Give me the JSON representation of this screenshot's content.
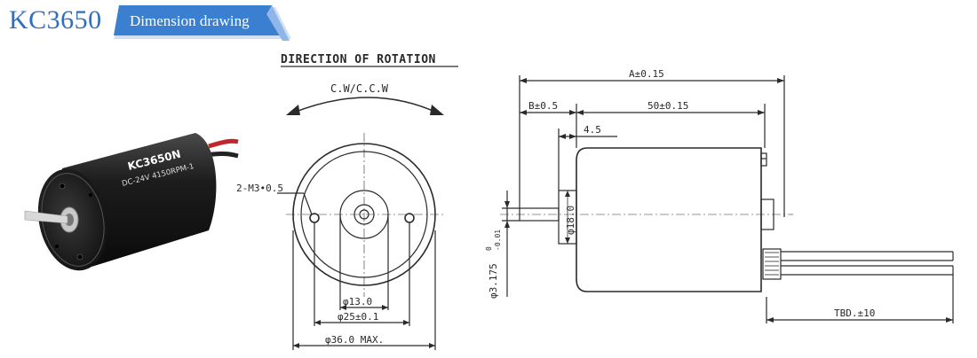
{
  "header": {
    "model": "KC3650",
    "subtitle": "Dimension drawing"
  },
  "photo": {
    "label_model": "KC3650N",
    "label_spec": "DC-24V  4150RPM-1"
  },
  "front_view": {
    "heading": "DIRECTION OF ROTATION",
    "rotation": "C.W/C.C.W",
    "holes": "2-M3•0.5",
    "dim_inner": "φ13.0",
    "dim_mid": "φ25±0.1",
    "dim_outer": "φ36.0 MAX."
  },
  "side_view": {
    "dim_total": "A±0.15",
    "dim_b": "B±0.5",
    "dim_body": "50±0.15",
    "dim_boss": "4.5",
    "dim_boss_dia": "φ18.0",
    "dim_shaft": "φ3.175",
    "dim_shaft_tol_upper": "0",
    "dim_shaft_tol_lower": "-0.01",
    "dim_lead": "TBD.±10"
  },
  "colors": {
    "brand": "#2f6fc0",
    "badge": "#3a7fd0",
    "line": "#2a2a2a"
  }
}
